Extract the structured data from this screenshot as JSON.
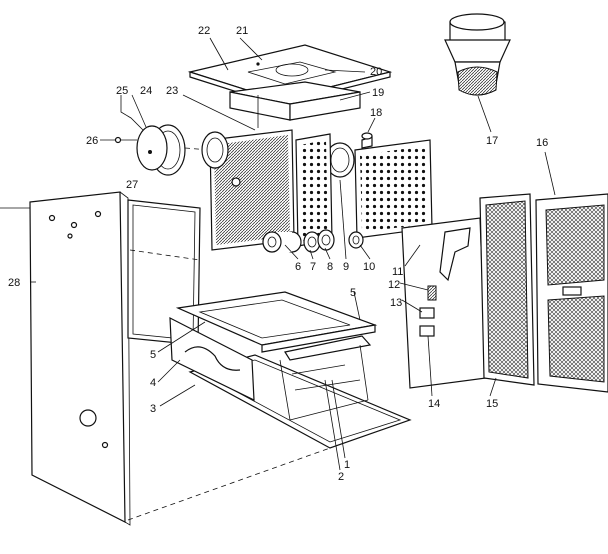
{
  "diagram": {
    "labels": [
      "1",
      "2",
      "3",
      "4",
      "5",
      "5",
      "6",
      "7",
      "8",
      "9",
      "10",
      "11",
      "12",
      "13",
      "14",
      "15",
      "16",
      "17",
      "18",
      "19",
      "20",
      "21",
      "22",
      "23",
      "24",
      "25",
      "26",
      "27",
      "28"
    ]
  }
}
